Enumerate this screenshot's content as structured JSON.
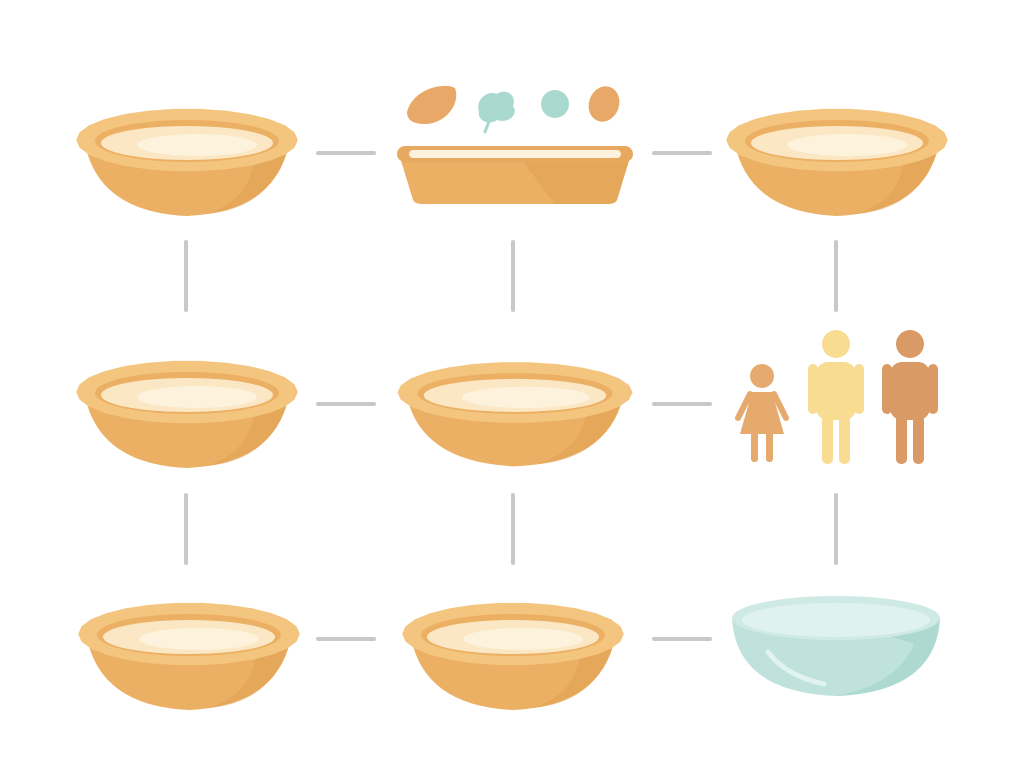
{
  "colors": {
    "background": "#ffffff",
    "crust_light": "#f4c57e",
    "crust_mid": "#ecb064",
    "crust_dark": "#e0a052",
    "filling": "#fbe7c4",
    "filling_highlight": "#fdf2dc",
    "connector": "#c9c9c9",
    "bowl": "#bfe3dc",
    "bowl_inner": "#dff2ee",
    "bowl_shade": "#a9d6cd",
    "person_small": "#e6aa6e",
    "person_mid": "#f7dc91",
    "person_tall": "#d99a65",
    "ingredient_orange": "#e8a868",
    "ingredient_teal": "#a9d8d0"
  },
  "diagram": {
    "grid": "3x3",
    "nodes": [
      {
        "id": "r1c1",
        "icon": "pie-crust-icon"
      },
      {
        "id": "r1c2",
        "icon": "baking-dish-with-ingredients-icon"
      },
      {
        "id": "r1c3",
        "icon": "pie-crust-icon"
      },
      {
        "id": "r2c1",
        "icon": "pie-crust-icon"
      },
      {
        "id": "r2c2",
        "icon": "pie-crust-icon"
      },
      {
        "id": "r2c3",
        "icon": "family-people-icon"
      },
      {
        "id": "r3c1",
        "icon": "pie-crust-icon"
      },
      {
        "id": "r3c2",
        "icon": "pie-crust-icon"
      },
      {
        "id": "r3c3",
        "icon": "mixing-bowl-icon"
      }
    ],
    "connectors": [
      {
        "from": "r1c1",
        "to": "r1c2"
      },
      {
        "from": "r1c2",
        "to": "r1c3"
      },
      {
        "from": "r2c1",
        "to": "r2c2"
      },
      {
        "from": "r2c2",
        "to": "r2c3"
      },
      {
        "from": "r3c1",
        "to": "r3c2"
      },
      {
        "from": "r3c2",
        "to": "r3c3"
      },
      {
        "from": "r1c1",
        "to": "r2c1"
      },
      {
        "from": "r2c1",
        "to": "r3c1"
      },
      {
        "from": "r1c2",
        "to": "r2c2"
      },
      {
        "from": "r2c2",
        "to": "r3c2"
      },
      {
        "from": "r1c3",
        "to": "r2c3"
      },
      {
        "from": "r2c3",
        "to": "r3c3"
      }
    ]
  }
}
